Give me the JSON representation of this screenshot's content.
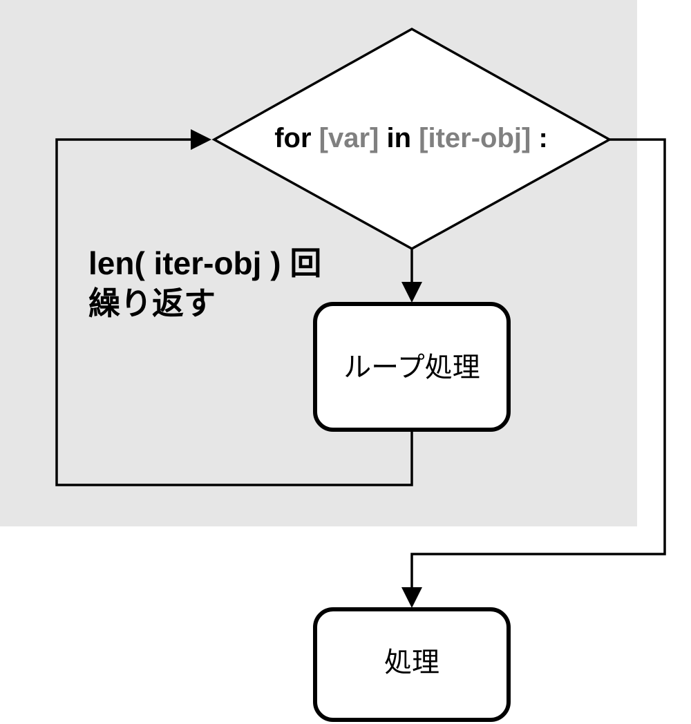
{
  "condition": {
    "kw_for": "for ",
    "var": "[var]",
    "kw_in": " in ",
    "iter": "[iter-obj]",
    "colon": " :"
  },
  "loop_label": {
    "line1": "len( iter-obj ) 回",
    "line2": "繰り返す"
  },
  "loop_process": "ループ処理",
  "after_process": "処理",
  "colors": {
    "loop_region": "#e6e6e6",
    "stroke": "#000000",
    "placeholder_text": "#808080"
  }
}
